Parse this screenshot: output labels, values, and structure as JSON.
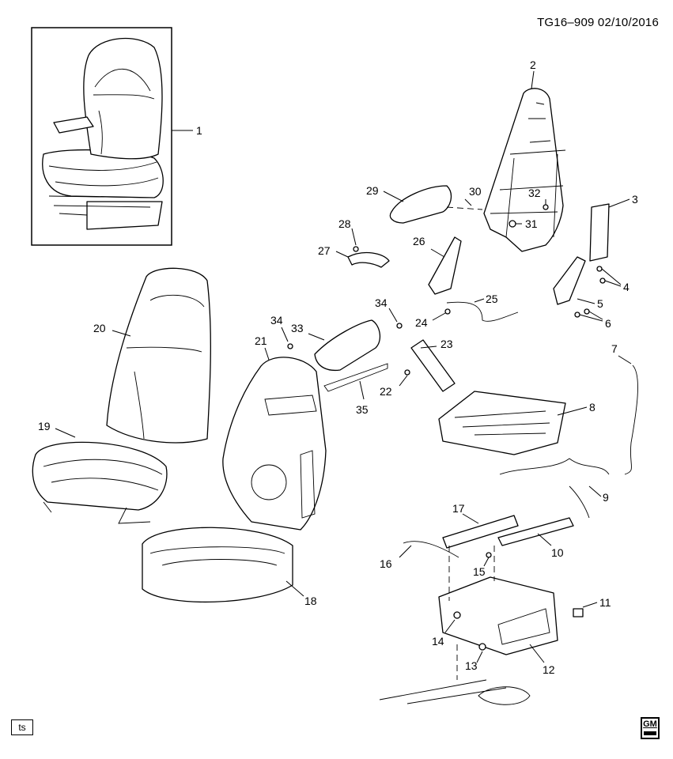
{
  "reference": "TG16–909  02/10/2016",
  "corner_tag": "ts",
  "logo": {
    "letters": "GM"
  },
  "callouts": {
    "c1": "1",
    "c2": "2",
    "c3": "3",
    "c4": "4",
    "c5": "5",
    "c6": "6",
    "c7": "7",
    "c8": "8",
    "c9": "9",
    "c10": "10",
    "c11": "11",
    "c12": "12",
    "c13": "13",
    "c14": "14",
    "c15": "15",
    "c16": "16",
    "c17": "17",
    "c18": "18",
    "c19": "19",
    "c20": "20",
    "c21": "21",
    "c22": "22",
    "c23": "23",
    "c24": "24",
    "c25": "25",
    "c26": "26",
    "c27": "27",
    "c28": "28",
    "c29": "29",
    "c30": "30",
    "c31": "31",
    "c32": "32",
    "c33": "33",
    "c34a": "34",
    "c34b": "34"
  }
}
